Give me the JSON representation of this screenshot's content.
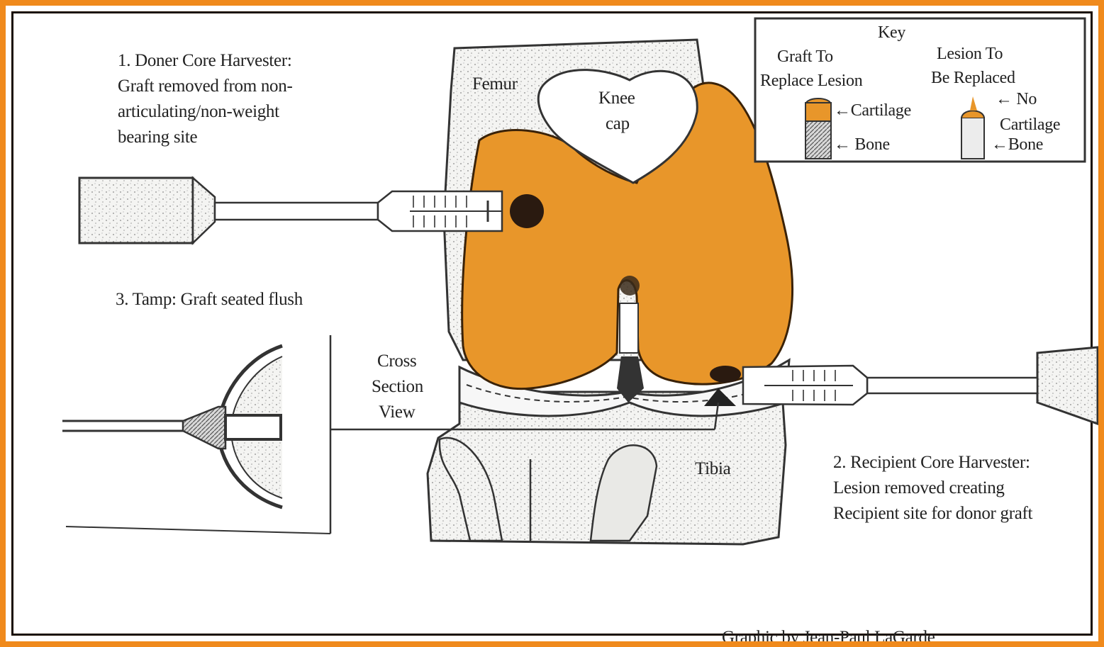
{
  "step1": {
    "line1": "1.  Doner Core Harvester:",
    "line2": "Graft removed from non-",
    "line3": "articulating/non-weight",
    "line4": "bearing site"
  },
  "step3": {
    "text": "3.  Tamp: Graft seated flush"
  },
  "step2": {
    "line1": "2.  Recipient Core Harvester:",
    "line2": "Lesion removed creating",
    "line3": "Recipient site for donor graft"
  },
  "labels": {
    "femur": "Femur",
    "knee_cap_1": "Knee",
    "knee_cap_2": "cap",
    "tibia": "Tibia",
    "cross_1": "Cross",
    "cross_2": "Section",
    "cross_3": "View"
  },
  "key": {
    "title": "Key",
    "graft_1": "Graft To",
    "graft_2": "Replace Lesion",
    "lesion_1": "Lesion To",
    "lesion_2": "Be Replaced",
    "graft_cartilage": "←Cartilage",
    "graft_bone": "← Bone",
    "lesion_no": "← No",
    "lesion_cartilage": "Cartilage",
    "lesion_bone": "←Bone"
  },
  "credit": "Graphic by Jean-Paul LaGarde",
  "colors": {
    "frame": "#f08a1c",
    "cartilage": "#e8962a",
    "ink": "#222222"
  }
}
